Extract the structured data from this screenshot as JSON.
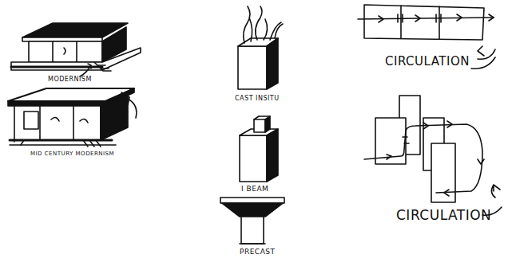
{
  "diagram": {
    "labels": [
      "MODERNISM",
      "MID CENTURY MODERNISM",
      "CAST INSITU",
      "I BEAM",
      "PRECAST",
      "CIRCULATION",
      "CIRCULATION"
    ]
  }
}
